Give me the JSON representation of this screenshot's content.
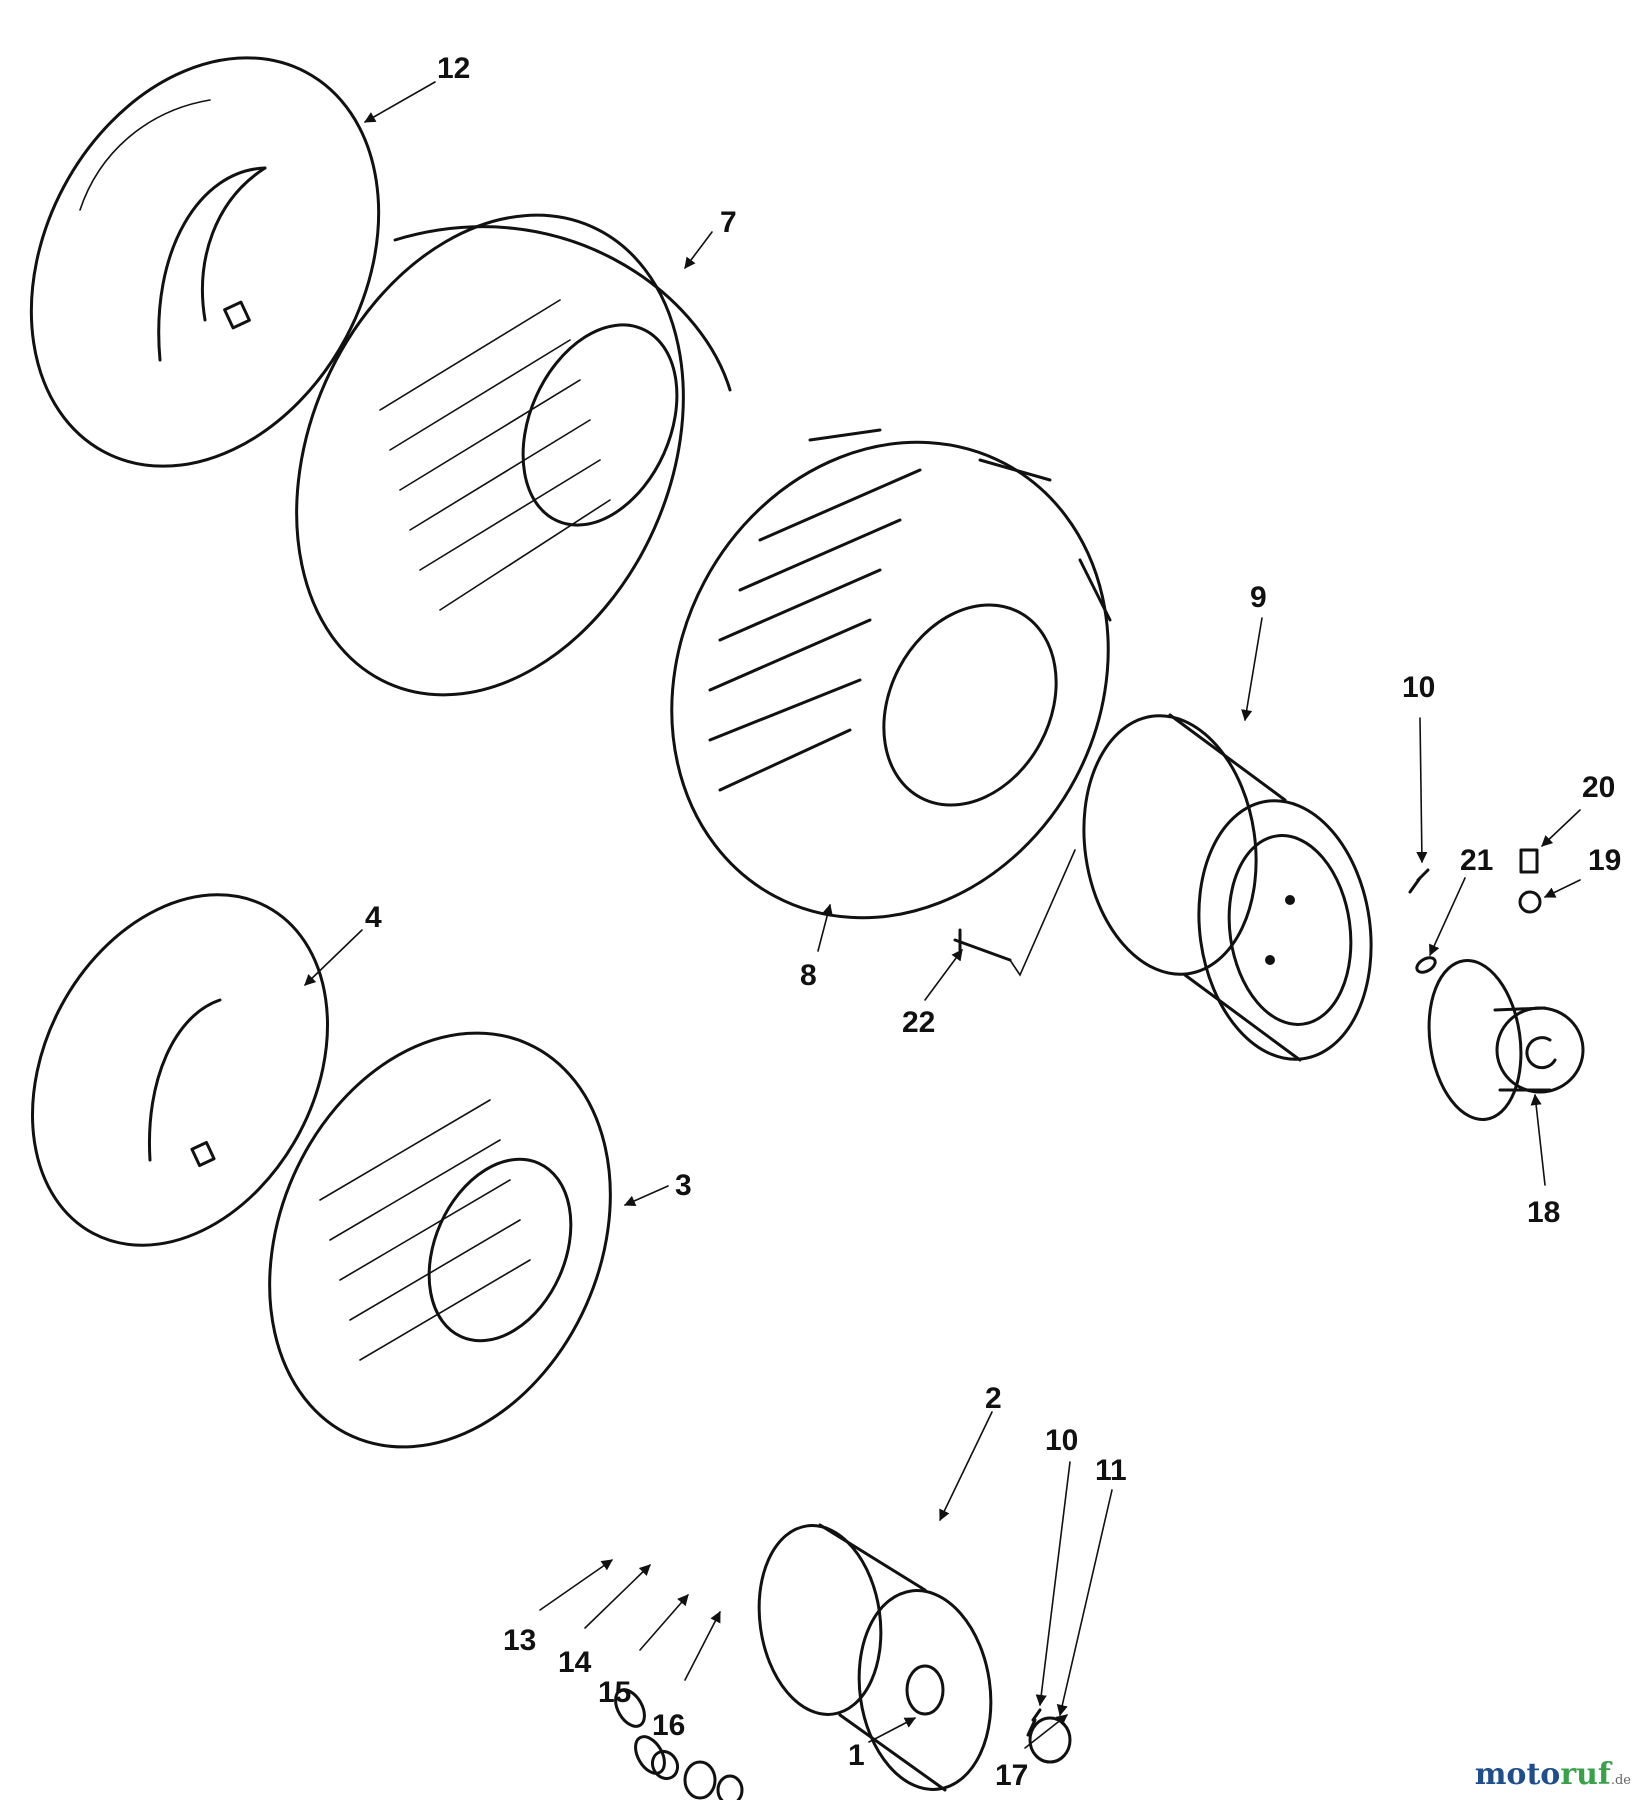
{
  "callouts": [
    {
      "part": "12"
    },
    {
      "part": "7"
    },
    {
      "part": "9"
    },
    {
      "part": "10"
    },
    {
      "part": "20"
    },
    {
      "part": "19"
    },
    {
      "part": "21"
    },
    {
      "part": "8"
    },
    {
      "part": "22"
    },
    {
      "part": "18"
    },
    {
      "part": "4"
    },
    {
      "part": "3"
    },
    {
      "part": "2"
    },
    {
      "part": "10"
    },
    {
      "part": "11"
    },
    {
      "part": "13"
    },
    {
      "part": "14"
    },
    {
      "part": "15"
    },
    {
      "part": "16"
    },
    {
      "part": "1"
    },
    {
      "part": "17"
    }
  ],
  "watermark": {
    "moto": "moto",
    "ruf": "ruf",
    "dot": "",
    "suffix": ".de"
  }
}
